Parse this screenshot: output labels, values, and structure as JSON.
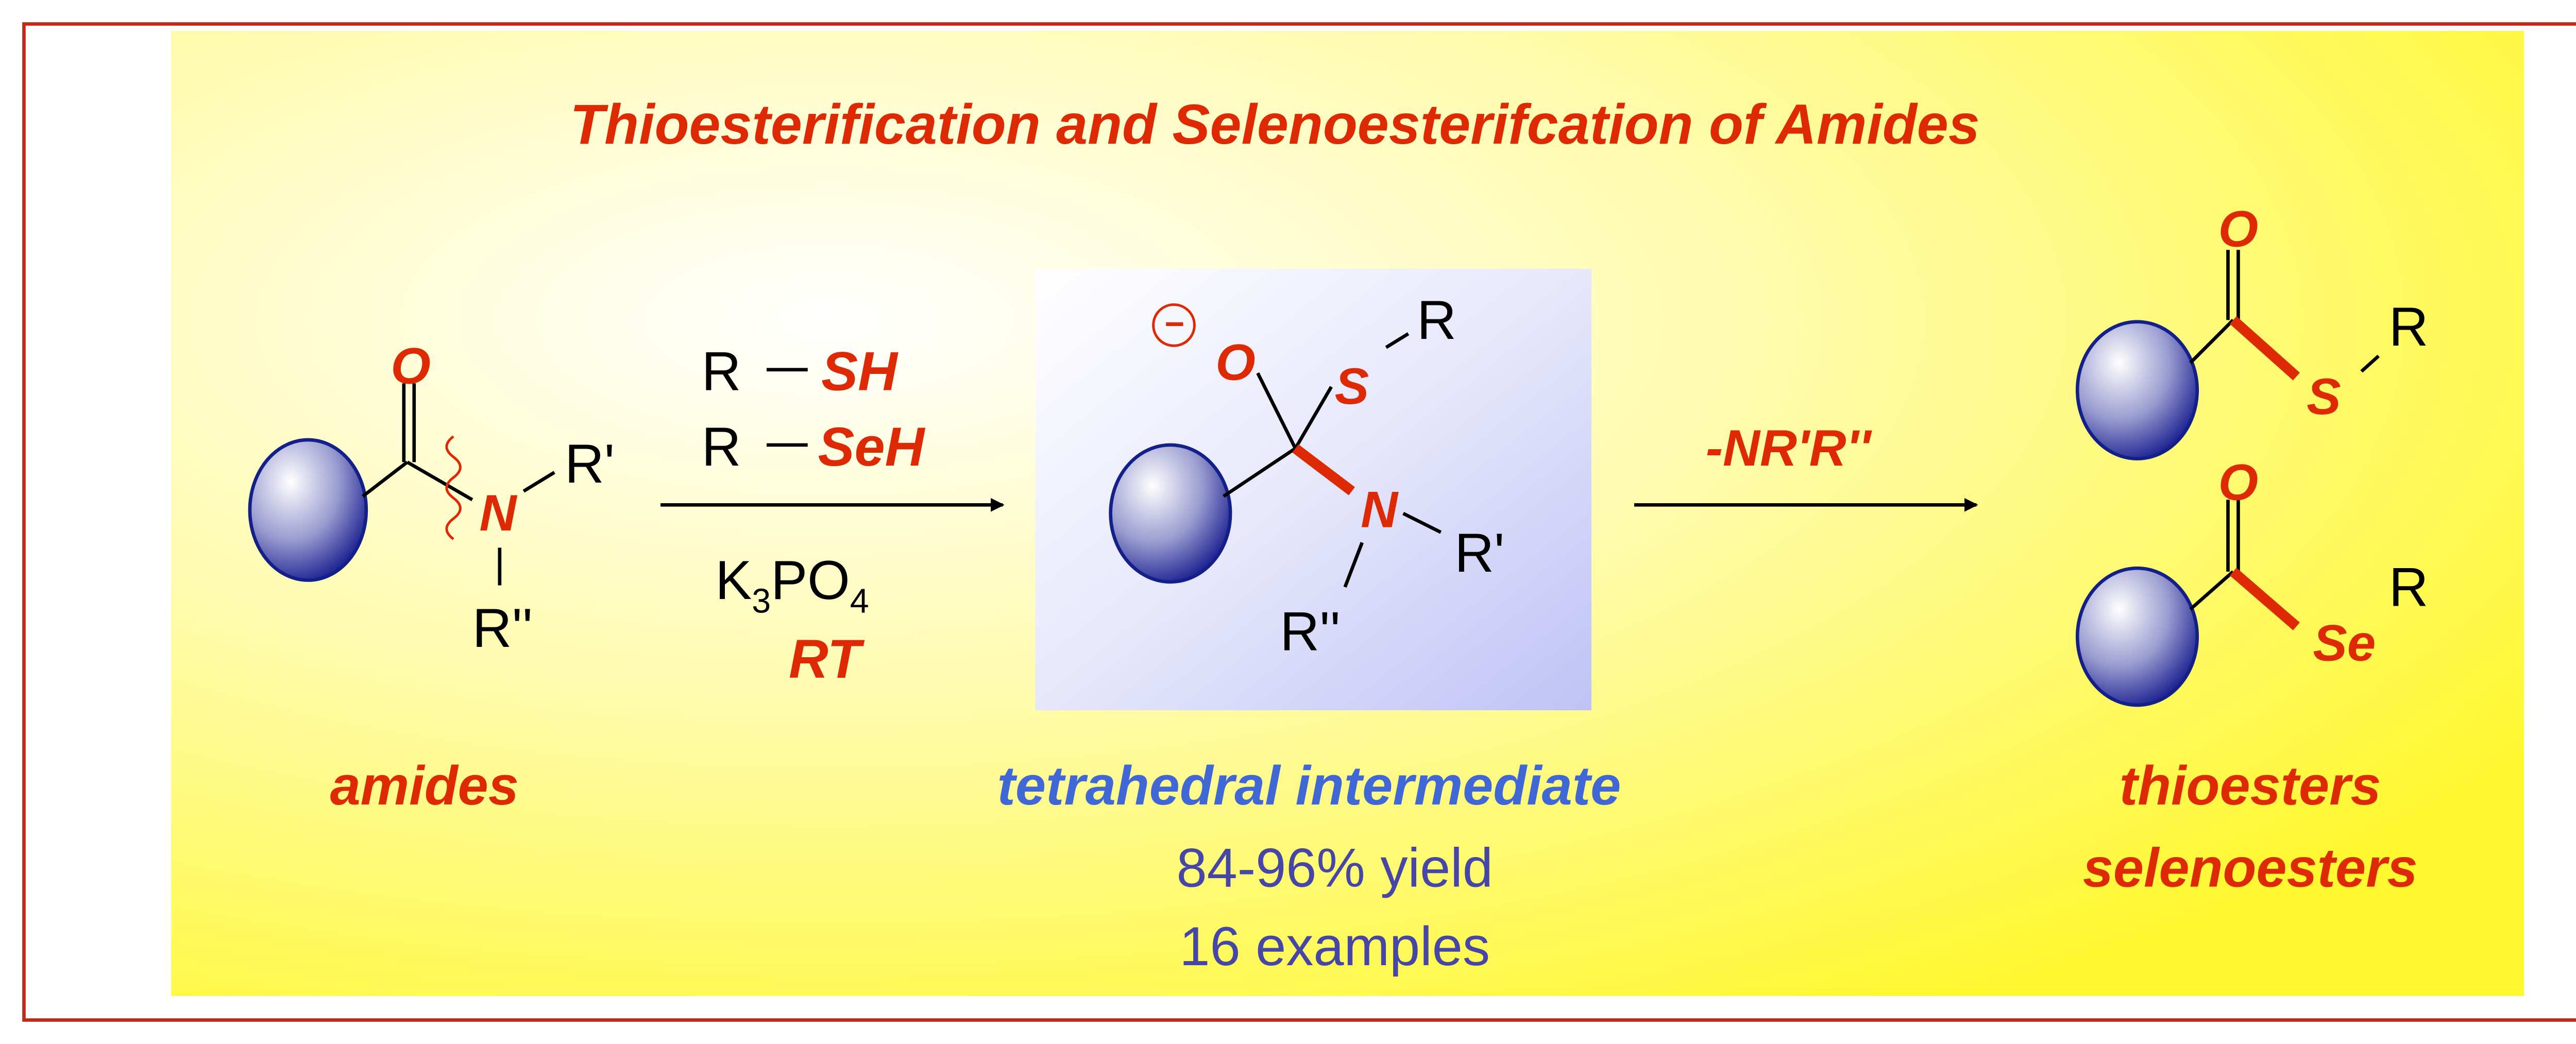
{
  "title": "Thioesterification and Selenoesterifcation of Amides",
  "amide": {
    "O": "O",
    "N": "N",
    "R1": "R'",
    "R2": "R''",
    "label": "amides"
  },
  "reagents": {
    "thiol_R": "R",
    "thiol_group": "SH",
    "selenol_R": "R",
    "selenol_group": "SeH",
    "base_K": "K",
    "base_K_sub": "3",
    "base_PO": "PO",
    "base_O_sub": "4",
    "conditions": "RT"
  },
  "intermediate": {
    "charge": "−",
    "O": "O",
    "S": "S",
    "R": "R",
    "N": "N",
    "R1": "R'",
    "R2": "R''",
    "label": "tetrahedral intermediate"
  },
  "step2": {
    "label": "-NR'R''"
  },
  "results": {
    "yield": "84-96% yield",
    "examples": "16 examples"
  },
  "thioester": {
    "O": "O",
    "S": "S",
    "R": "R"
  },
  "selenoester": {
    "O": "O",
    "Se": "Se",
    "R": "R"
  },
  "products": {
    "line1": "thioesters",
    "line2": "selenoesters"
  },
  "colors": {
    "red": "#dd2a05",
    "blue": "#3f68d6",
    "yellow": "#fff83a",
    "frame": "#c0281a"
  }
}
